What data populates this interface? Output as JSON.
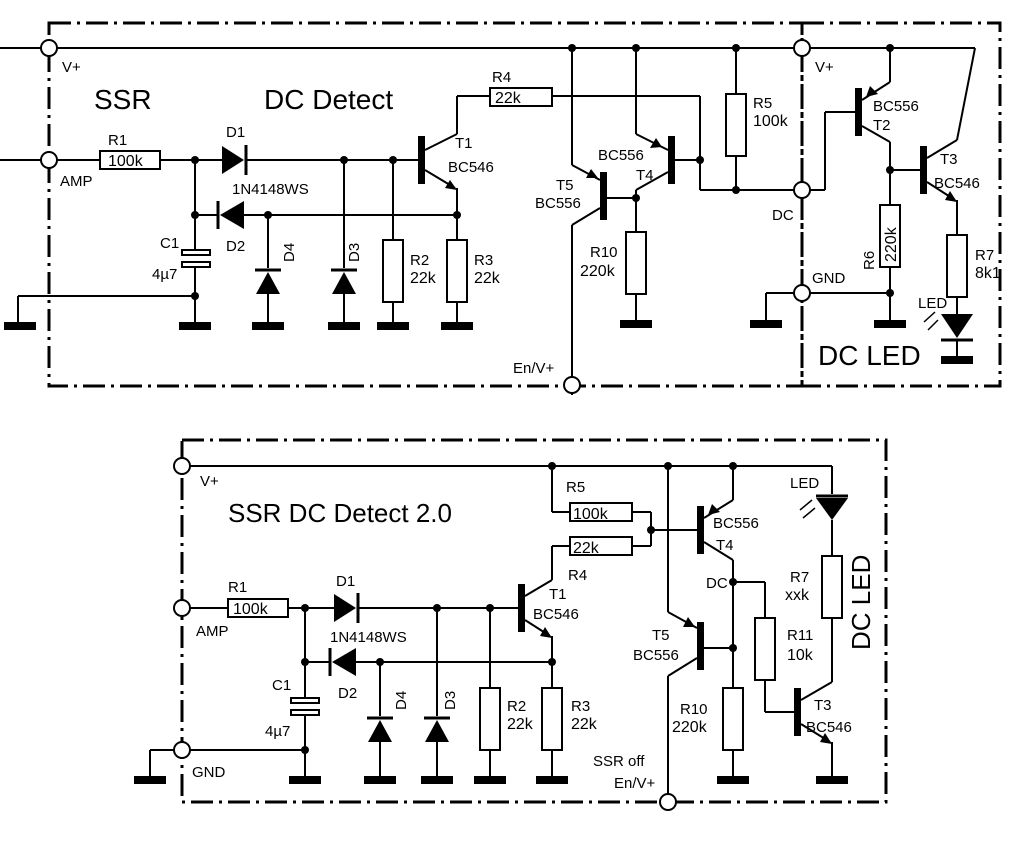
{
  "top": {
    "title_ssr": "SSR",
    "title_dc": "DC Detect",
    "title_led": "DC LED",
    "v_plus": "V+",
    "v_plus_led": "V+",
    "amp": "AMP",
    "dc": "DC",
    "gnd": "GND",
    "en": "En/V+",
    "r1": "R1",
    "r1v": "100k",
    "d1": "D1",
    "d1_part": "1N4148WS",
    "d2": "D2",
    "c1": "C1",
    "c1v": "4µ7",
    "d4": "D4",
    "d3": "D3",
    "r2": "R2",
    "r2v": "22k",
    "r3": "R3",
    "r3v": "22k",
    "t1": "T1",
    "t1p": "BC546",
    "r4": "R4",
    "r4v": "22k",
    "r5": "R5",
    "r5v": "100k",
    "t4p": "BC556",
    "t4": "T4",
    "t5": "T5",
    "t5p": "BC556",
    "r10": "R10",
    "r10v": "220k",
    "t2p": "BC556",
    "t2": "T2",
    "t3": "T3",
    "t3p": "BC546",
    "r6": "R6",
    "r6v": "220k",
    "r7": "R7",
    "r7v": "8k1",
    "led": "LED"
  },
  "bottom": {
    "title": "SSR DC Detect 2.0",
    "title_led": "DC LED",
    "v_plus": "V+",
    "amp": "AMP",
    "gnd": "GND",
    "dc": "DC",
    "ssr_off": "SSR off",
    "en": "En/V+",
    "r1": "R1",
    "r1v": "100k",
    "d1": "D1",
    "d1_part": "1N4148WS",
    "d2": "D2",
    "c1": "C1",
    "c1v": "4µ7",
    "d4": "D4",
    "d3": "D3",
    "r2": "R2",
    "r2v": "22k",
    "r3": "R3",
    "r3v": "22k",
    "t1": "T1",
    "t1p": "BC546",
    "r4": "R4",
    "r4v": "22k",
    "r5": "R5",
    "r5v": "100k",
    "t4p": "BC556",
    "t4": "T4",
    "t5": "T5",
    "t5p": "BC556",
    "r10": "R10",
    "r10v": "220k",
    "r11": "R11",
    "r11v": "10k",
    "r7": "R7",
    "r7v": "xxk",
    "t3": "T3",
    "t3p": "BC546",
    "led": "LED"
  }
}
